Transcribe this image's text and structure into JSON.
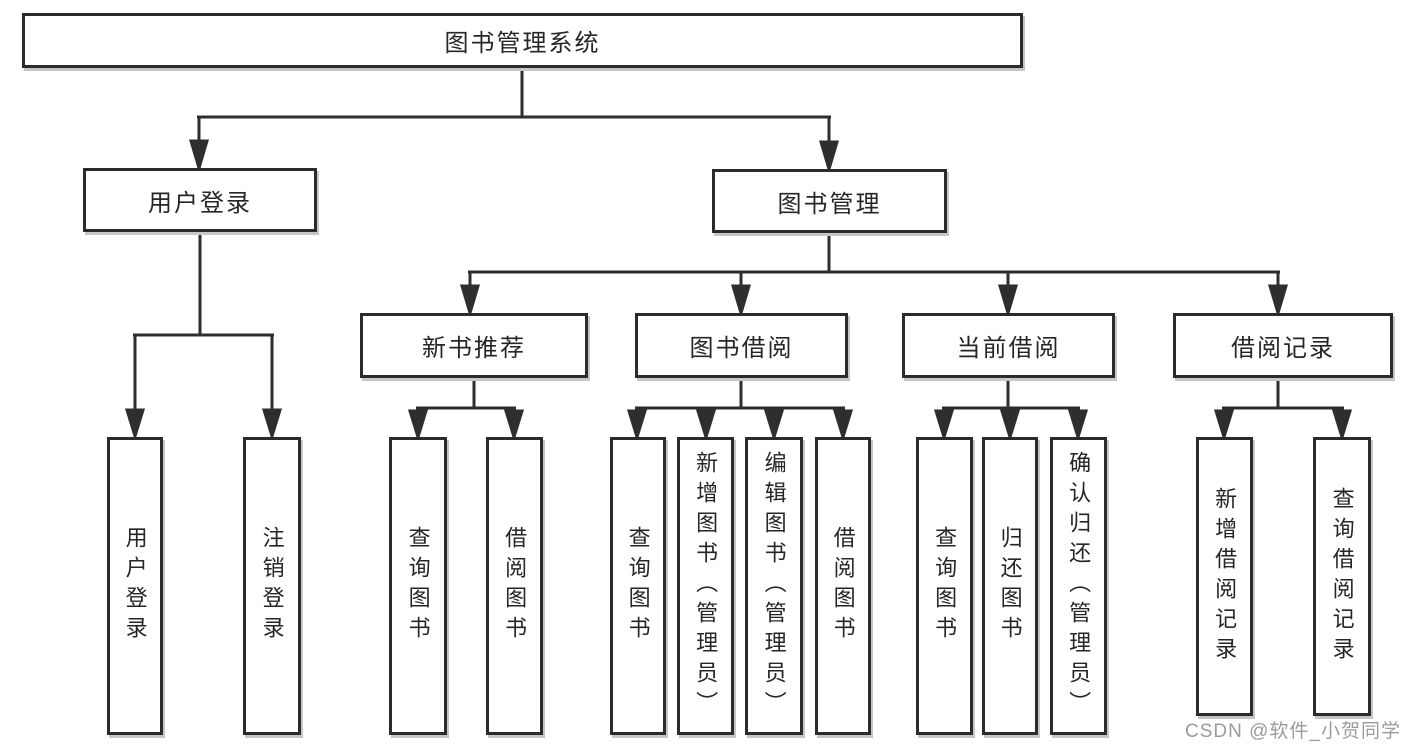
{
  "tree": {
    "label": "图书管理系统",
    "children": [
      {
        "label": "用户登录",
        "children": [
          {
            "label": "用户登录"
          },
          {
            "label": "注销登录"
          }
        ]
      },
      {
        "label": "图书管理",
        "children": [
          {
            "label": "新书推荐",
            "children": [
              {
                "label": "查询图书"
              },
              {
                "label": "借阅图书"
              }
            ]
          },
          {
            "label": "图书借阅",
            "children": [
              {
                "label": "查询图书"
              },
              {
                "label": "新增图书（管理员）"
              },
              {
                "label": "编辑图书（管理员）"
              },
              {
                "label": "借阅图书"
              }
            ]
          },
          {
            "label": "当前借阅",
            "children": [
              {
                "label": "查询图书"
              },
              {
                "label": "归还图书"
              },
              {
                "label": "确认归还（管理员）"
              }
            ]
          },
          {
            "label": "借阅记录",
            "children": [
              {
                "label": "新增借阅记录"
              },
              {
                "label": "查询借阅记录"
              }
            ]
          }
        ]
      }
    ]
  },
  "watermark": {
    "text": "CSDN @软件_小贺同学"
  },
  "colors": {
    "line": "#2e2e2e",
    "box_border": "#2b2b2b",
    "text": "#262626",
    "watermark": "#9b9b9b",
    "background": "#ffffff"
  }
}
